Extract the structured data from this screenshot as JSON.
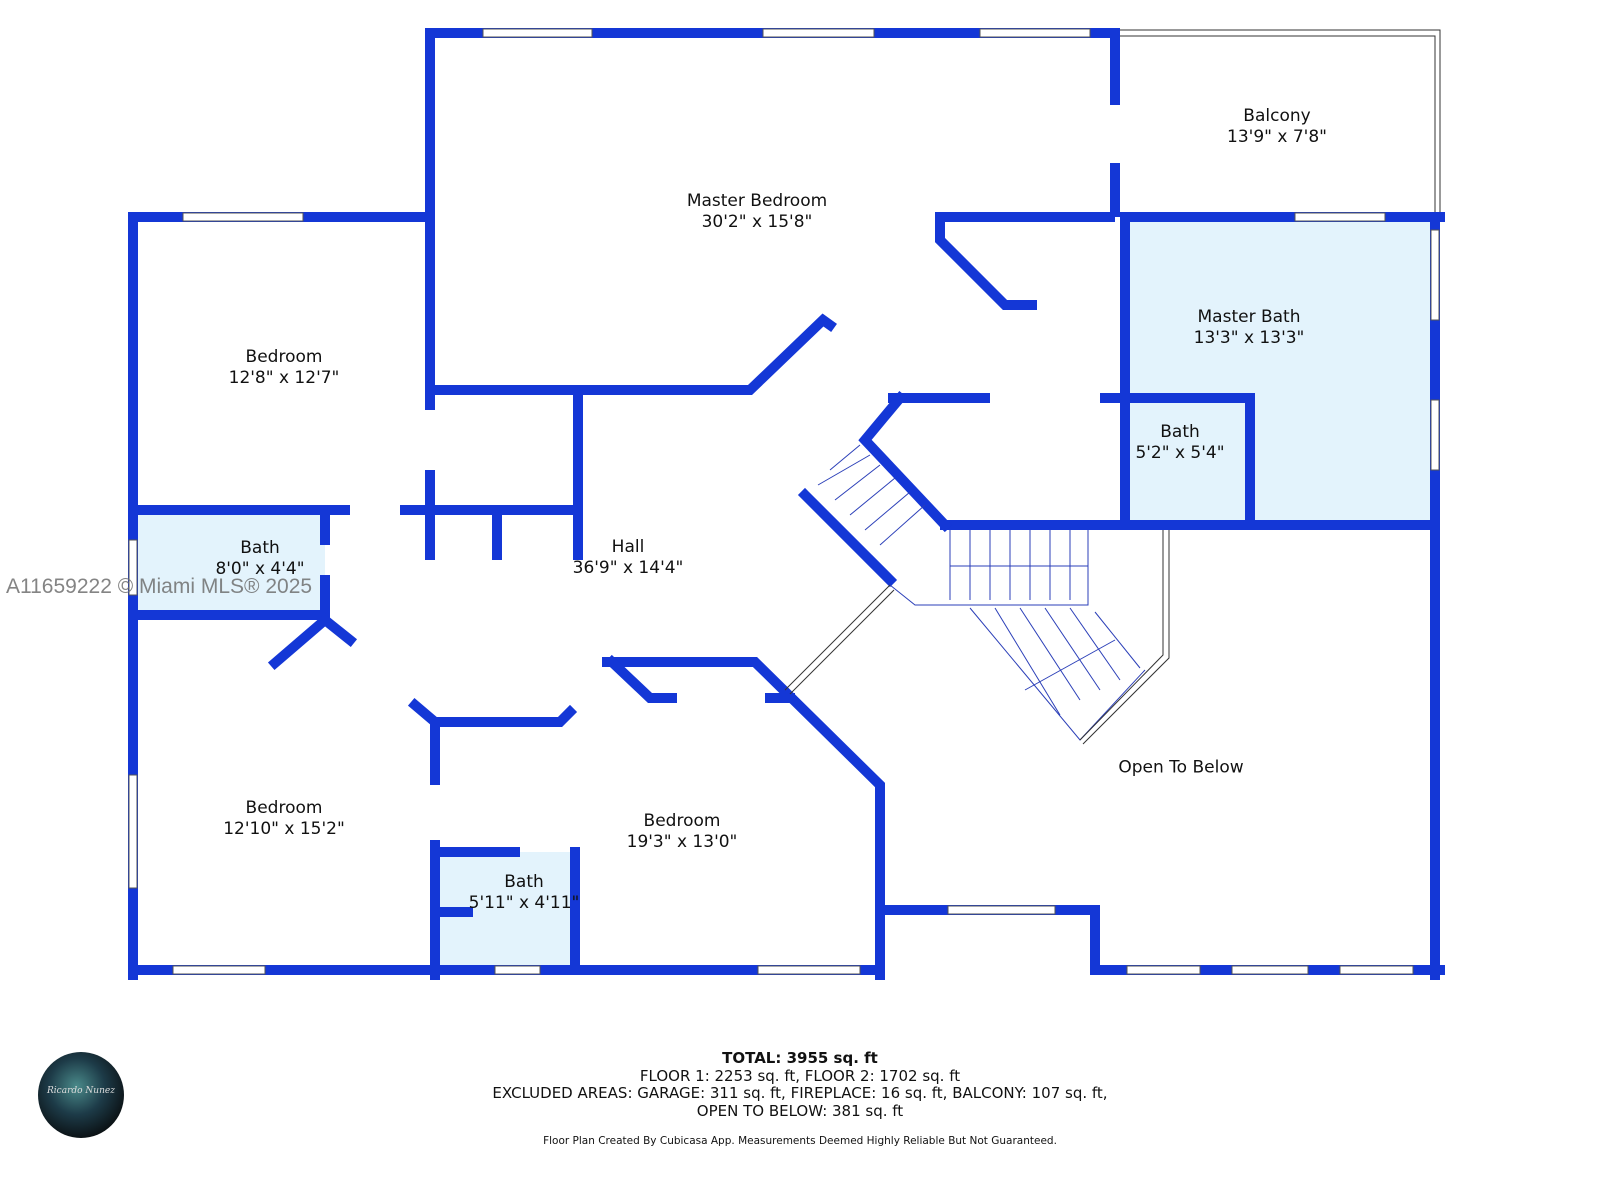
{
  "rooms": [
    {
      "name": "Master Bedroom",
      "size": "30'2\" x 15'8\""
    },
    {
      "name": "Balcony",
      "size": "13'9\" x 7'8\""
    },
    {
      "name": "Bedroom",
      "size": "12'8\" x 12'7\""
    },
    {
      "name": "Master Bath",
      "size": "13'3\" x 13'3\""
    },
    {
      "name": "Bath",
      "size": "5'2\" x 5'4\""
    },
    {
      "name": "Bath",
      "size": "8'0\" x 4'4\""
    },
    {
      "name": "Hall",
      "size": "36'9\" x 14'4\""
    },
    {
      "name": "Bedroom",
      "size": "12'10\" x 15'2\""
    },
    {
      "name": "Bedroom",
      "size": "19'3\" x 13'0\""
    },
    {
      "name": "Bath",
      "size": "5'11\" x 4'11\""
    },
    {
      "name": "Open To Below",
      "size": ""
    }
  ],
  "watermark": "A11659222 © Miami MLS® 2025",
  "summary": {
    "total": "TOTAL: 3955 sq. ft",
    "floors": "FLOOR 1: 2253 sq. ft, FLOOR 2: 1702 sq. ft",
    "excluded": "EXCLUDED AREAS: GARAGE: 311 sq. ft, FIREPLACE: 16 sq. ft, BALCONY: 107 sq. ft,",
    "open_to_below": "OPEN TO BELOW: 381 sq. ft"
  },
  "disclaimer": "Floor Plan Created By Cubicasa App. Measurements Deemed Highly Reliable But Not Guaranteed.",
  "logo_text": "Ricardo Nunez",
  "colors": {
    "wall": "#1437d6",
    "wet_room": "#e3f3fc"
  }
}
